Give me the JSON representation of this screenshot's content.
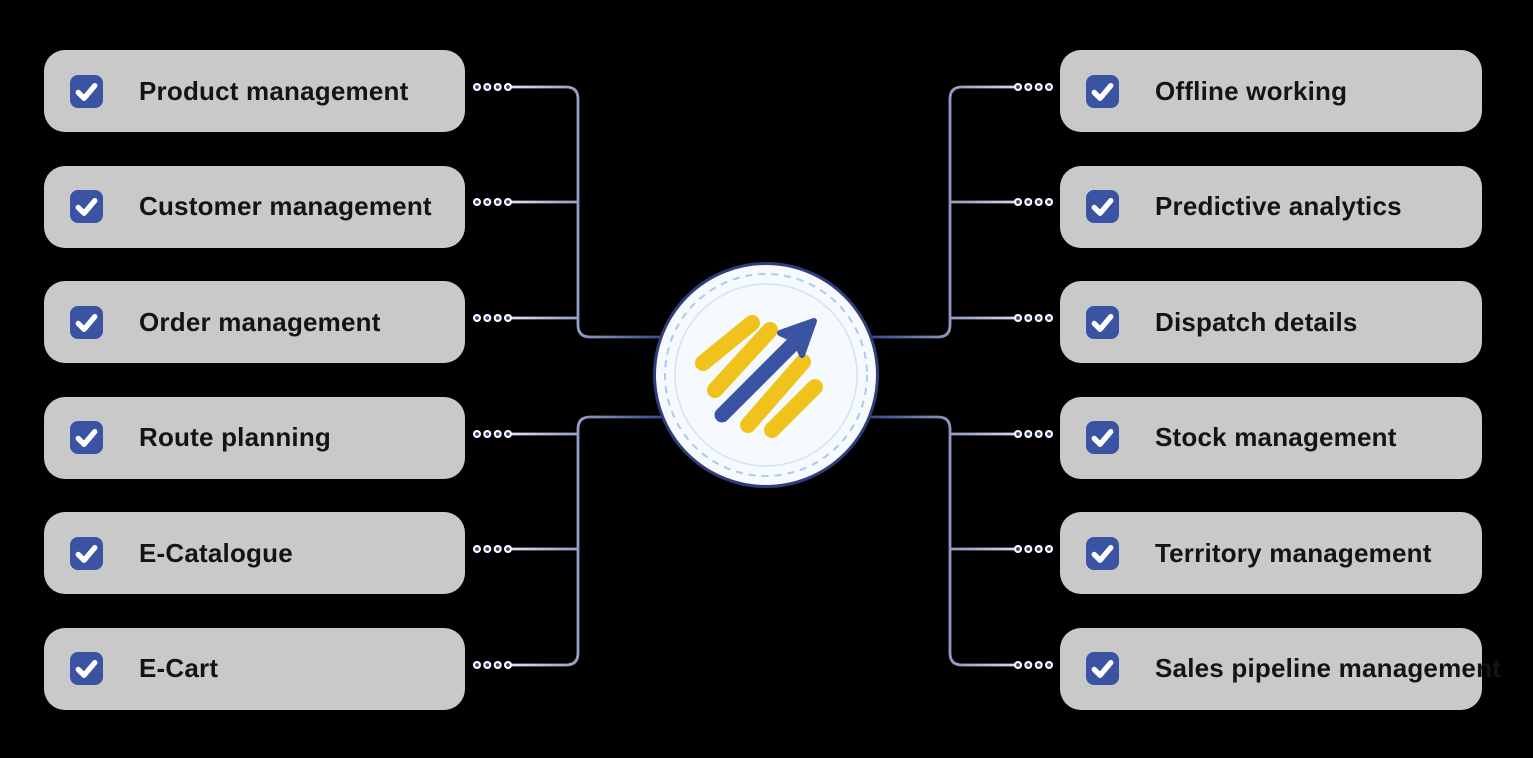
{
  "diagram_title": "",
  "features": {
    "left": [
      {
        "label": "Product management"
      },
      {
        "label": "Customer management"
      },
      {
        "label": "Order management"
      },
      {
        "label": "Route planning"
      },
      {
        "label": "E-Catalogue"
      },
      {
        "label": "E-Cart"
      }
    ],
    "right": [
      {
        "label": "Offline working"
      },
      {
        "label": "Predictive analytics"
      },
      {
        "label": "Dispatch details"
      },
      {
        "label": "Stock management"
      },
      {
        "label": "Territory management"
      },
      {
        "label": "Sales pipeline management"
      }
    ]
  },
  "icons": {
    "feature_item": "checkbox-checked-icon",
    "hub": "growth-arrow-logo"
  },
  "colors": {
    "background": "#000000",
    "box_fill": "#c9c9c9",
    "box_text": "#141414",
    "checkbox_blue": "#3a54a3",
    "check_mark": "#ffffff",
    "navy": "#2e3d7c",
    "line_light": "#e4e6f3",
    "line_dark": "#2f3f85",
    "logo_yellow": "#f0c31c",
    "logo_blue": "#3a54a3",
    "hub_fill": "#f6f9fd",
    "ring_dash": "#a9cce9",
    "ring_solid": "#cfe4f3"
  }
}
